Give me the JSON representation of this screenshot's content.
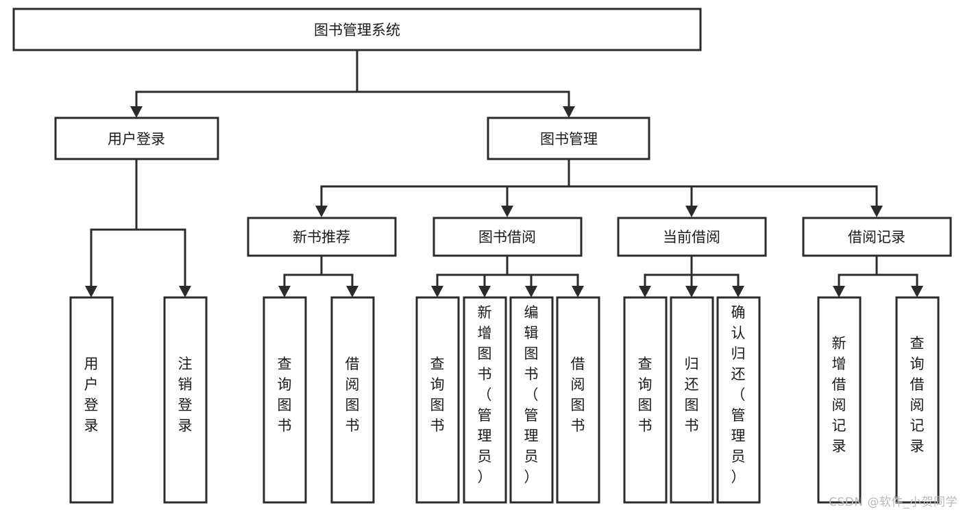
{
  "diagram": {
    "title": "图书管理系统",
    "type": "hierarchy-tree",
    "watermark": "CSDN @软件_小贺同学",
    "colors": {
      "background": "#ffffff",
      "stroke": "#2b2b2b",
      "box_fill": "#ffffff",
      "text": "#1a1a1a",
      "watermark": "#b9b9b9"
    },
    "levels": {
      "root": {
        "label": "图书管理系统"
      },
      "level2": [
        {
          "label": "用户登录"
        },
        {
          "label": "图书管理"
        }
      ],
      "level3": [
        {
          "label": "新书推荐"
        },
        {
          "label": "图书借阅"
        },
        {
          "label": "当前借阅"
        },
        {
          "label": "借阅记录"
        }
      ],
      "leaves": {
        "user_login": [
          {
            "label": "用户登录"
          },
          {
            "label": "注销登录"
          }
        ],
        "new_book_recommend": [
          {
            "label": "查询图书"
          },
          {
            "label": "借阅图书"
          }
        ],
        "book_borrow": [
          {
            "label": "查询图书"
          },
          {
            "label": "新增图书（管理员）"
          },
          {
            "label": "编辑图书（管理员）"
          },
          {
            "label": "借阅图书"
          }
        ],
        "current_borrow": [
          {
            "label": "查询图书"
          },
          {
            "label": "归还图书"
          },
          {
            "label": "确认归还（管理员）"
          }
        ],
        "borrow_record": [
          {
            "label": "新增借阅记录"
          },
          {
            "label": "查询借阅记录"
          }
        ]
      }
    }
  }
}
